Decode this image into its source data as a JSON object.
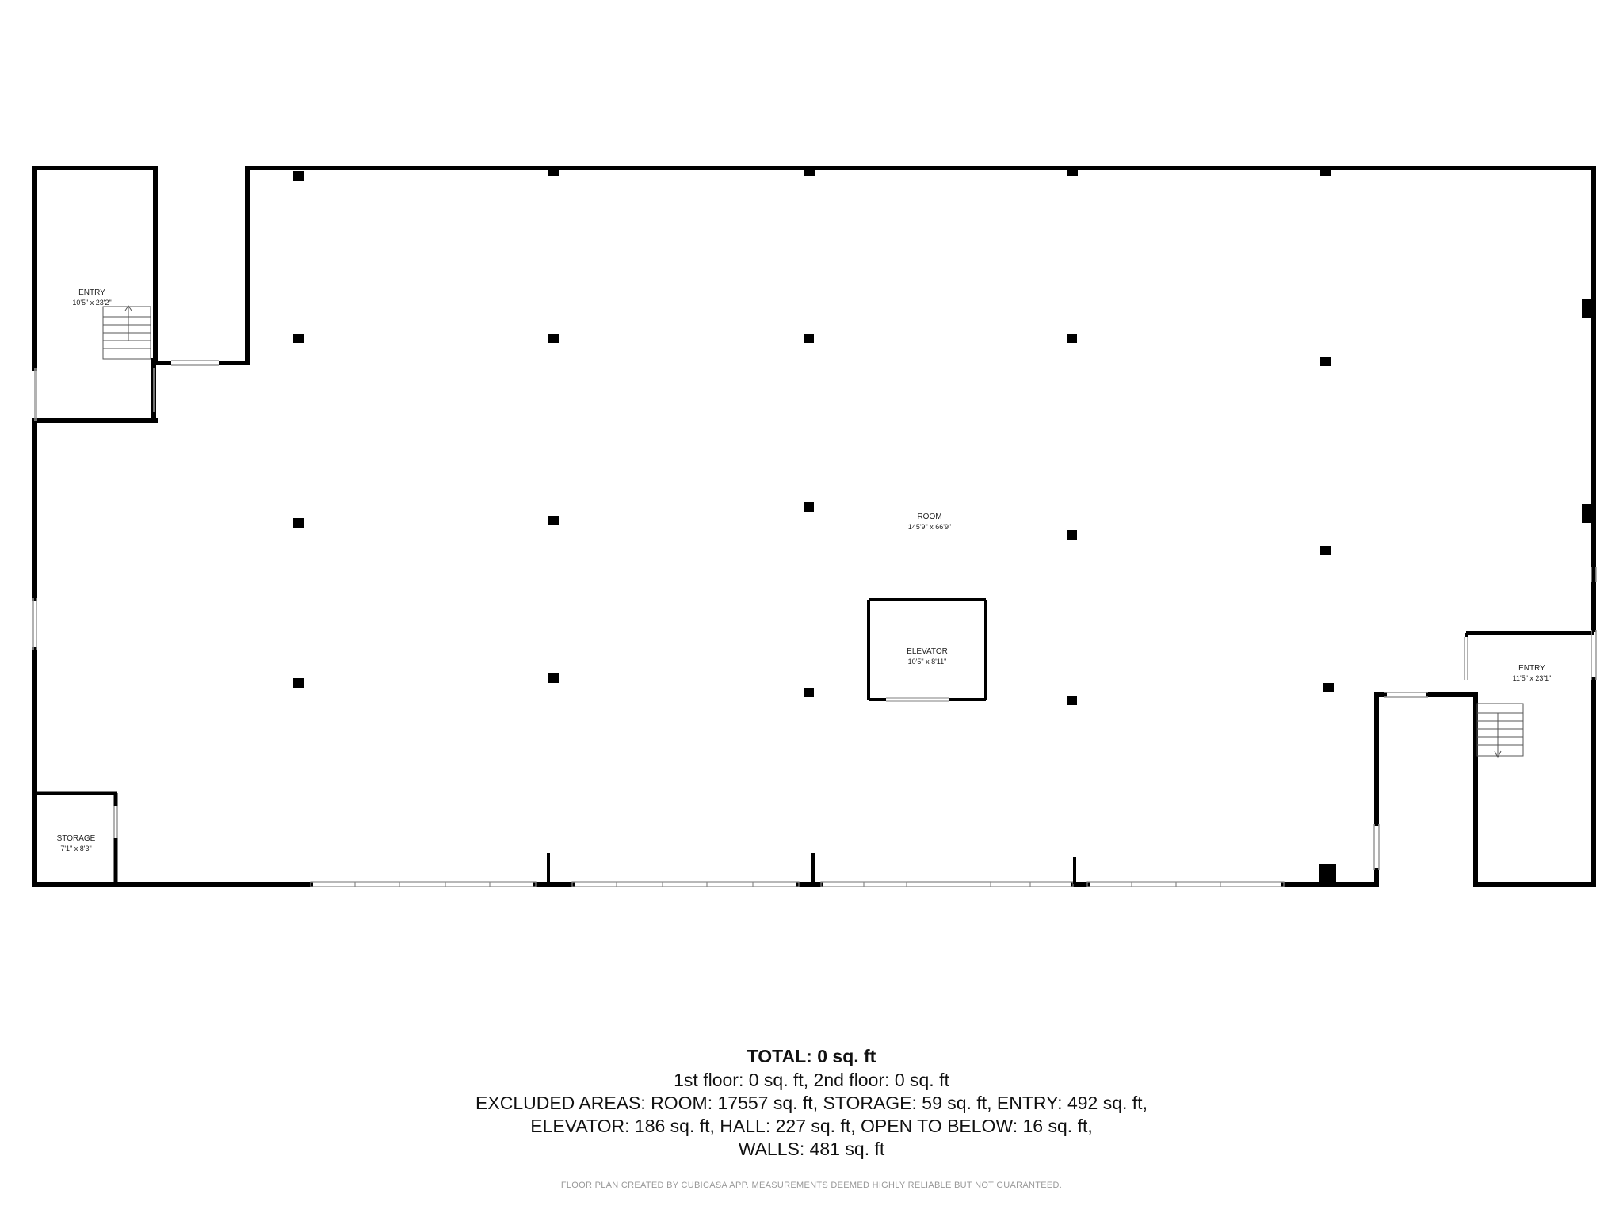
{
  "rooms": {
    "entry_left": {
      "name": "ENTRY",
      "dims": "10'5\" x 23'2\""
    },
    "room": {
      "name": "ROOM",
      "dims": "145'9\" x 66'9\""
    },
    "elevator": {
      "name": "ELEVATOR",
      "dims": "10'5\" x 8'11\""
    },
    "entry_right": {
      "name": "ENTRY",
      "dims": "11'5\" x 23'1\""
    },
    "storage": {
      "name": "STORAGE",
      "dims": "7'1\" x 8'3\""
    }
  },
  "summary": {
    "total": "TOTAL: 0 sq. ft",
    "floors": "1st floor: 0 sq. ft, 2nd floor: 0 sq. ft",
    "excluded_1": "EXCLUDED AREAS: ROOM: 17557 sq. ft, STORAGE: 59 sq. ft, ENTRY: 492 sq. ft,",
    "excluded_2": "ELEVATOR: 186 sq. ft, HALL: 227 sq. ft, OPEN TO BELOW: 16 sq. ft,",
    "walls": "WALLS: 481 sq. ft"
  },
  "disclaimer": "FLOOR PLAN CREATED BY CUBICASA APP. MEASUREMENTS DEEMED HIGHLY RELIABLE BUT NOT GUARANTEED.",
  "colors": {
    "wall": "#000000",
    "window": "#b5b5b5",
    "background": "#ffffff"
  }
}
